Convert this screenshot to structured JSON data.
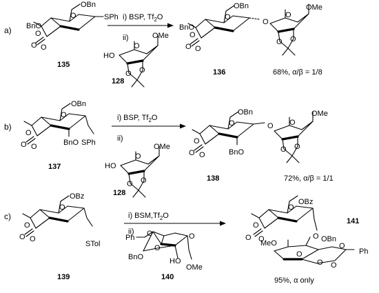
{
  "schemes": [
    {
      "part_label": "a)",
      "donor": {
        "number": "135",
        "labels": [
          "OBn",
          "BnO",
          "SPh"
        ]
      },
      "conditions": [
        "i) BSP, Tf",
        "2",
        "O",
        "ii)"
      ],
      "acceptor": {
        "number": "128",
        "labels": [
          "OMe",
          "HO"
        ]
      },
      "product": {
        "number": "136",
        "labels": [
          "OBn",
          "BnO",
          "OMe"
        ]
      },
      "yield": "68%, α/β = 1/8"
    },
    {
      "part_label": "b)",
      "donor": {
        "number": "137",
        "labels": [
          "OBn",
          "BnO",
          "SPh"
        ]
      },
      "conditions": [
        "i) BSP, Tf",
        "2",
        "O",
        "ii)"
      ],
      "acceptor": {
        "number": "128",
        "labels": [
          "OMe",
          "HO"
        ]
      },
      "product": {
        "number": "138",
        "labels": [
          "OBn",
          "BnO",
          "OMe"
        ]
      },
      "yield": "72%, α/β = 1/1"
    },
    {
      "part_label": "c)",
      "donor": {
        "number": "139",
        "labels": [
          "OBz",
          "STol"
        ]
      },
      "conditions": [
        "i) BSM,Tf",
        "2",
        "O",
        "ii)"
      ],
      "acceptor": {
        "number": "140",
        "labels": [
          "Ph",
          "BnO",
          "HO",
          "OMe"
        ]
      },
      "product": {
        "number": "141",
        "labels": [
          "OBz",
          "MeO",
          "OBn",
          "Ph"
        ]
      },
      "yield": "95%, α only"
    }
  ],
  "atoms": {
    "oxygen": "O"
  }
}
